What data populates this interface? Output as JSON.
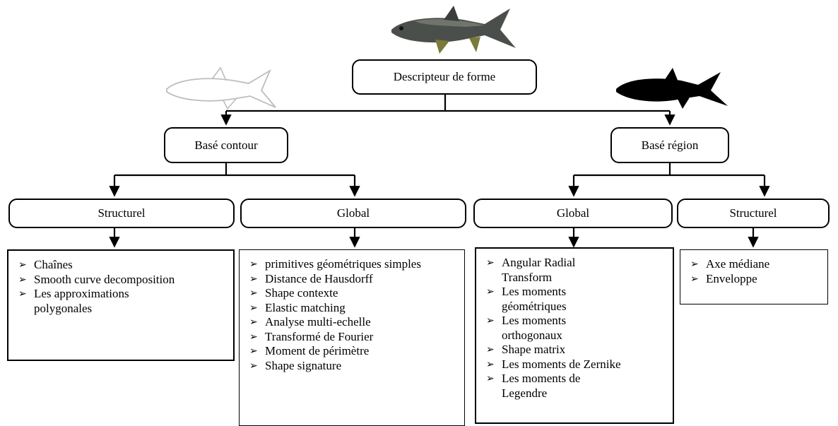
{
  "root": {
    "label": "Descripteur de forme"
  },
  "contour": {
    "label": "Basé contour",
    "structurel": {
      "label": "Structurel",
      "items": [
        "Chaînes",
        "Smooth curve decomposition",
        "Les approximations polygonales"
      ]
    },
    "global": {
      "label": "Global",
      "items": [
        "primitives géométriques simples",
        "Distance de Hausdorff",
        "Shape contexte",
        "Elastic matching",
        "Analyse multi-echelle",
        "Transformé de Fourier",
        "Moment de périmètre",
        "Shape signature"
      ]
    }
  },
  "region": {
    "label": "Basé région",
    "global": {
      "label": "Global",
      "items": [
        "Angular Radial Transform",
        "Les moments géométriques",
        "Les moments orthogonaux",
        "Shape matrix",
        "Les moments de Zernike",
        "Les moments de Legendre"
      ]
    },
    "structurel": {
      "label": "Structurel",
      "items": [
        "Axe médiane",
        "Enveloppe"
      ]
    }
  },
  "illustrations": [
    "fish-photo",
    "fish-contour",
    "fish-silhouette"
  ],
  "colors": {
    "line": "#000000",
    "fish_body": "#4b4f4b",
    "fish_fin": "#7a7a3a",
    "contour_stroke": "#bdbdbd"
  }
}
